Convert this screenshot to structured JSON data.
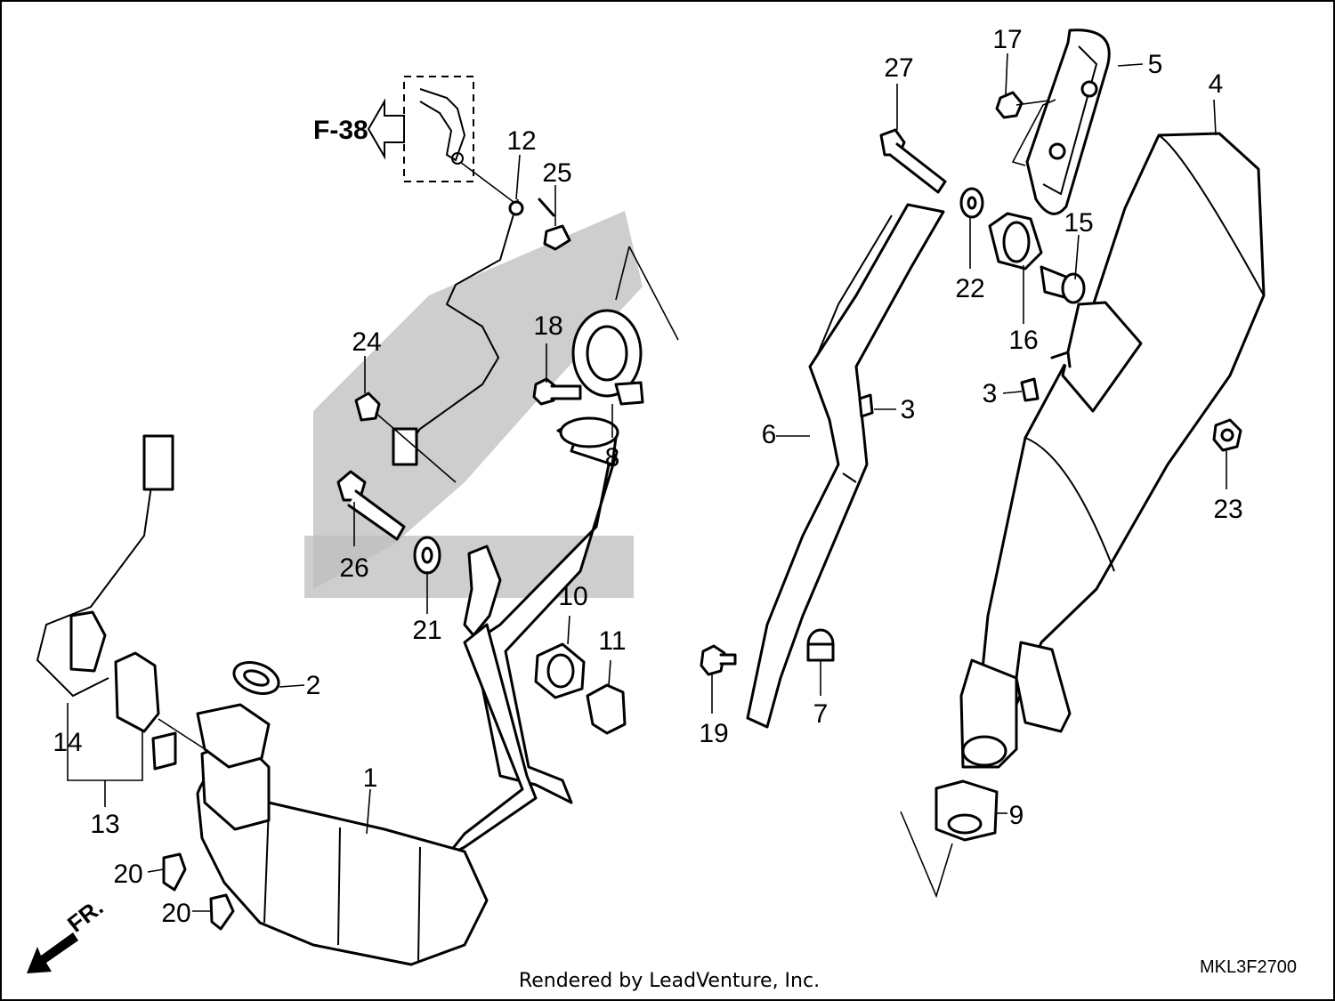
{
  "diagram": {
    "footer": "Rendered by LeadVenture, Inc.",
    "ref_code": "MKL3F2700",
    "forward_ref": "F-38",
    "front_label": "FR.",
    "callouts": {
      "c1": "1",
      "c2": "2",
      "c3a": "3",
      "c3b": "3",
      "c4": "4",
      "c5": "5",
      "c6": "6",
      "c7": "7",
      "c8": "8",
      "c9": "9",
      "c10": "10",
      "c11": "11",
      "c12": "12",
      "c13": "13",
      "c14": "14",
      "c15": "15",
      "c16": "16",
      "c17": "17",
      "c18": "18",
      "c19": "19",
      "c20a": "20",
      "c20b": "20",
      "c21": "21",
      "c22": "22",
      "c23": "23",
      "c24": "24",
      "c25": "25",
      "c26": "26",
      "c27": "27"
    }
  }
}
